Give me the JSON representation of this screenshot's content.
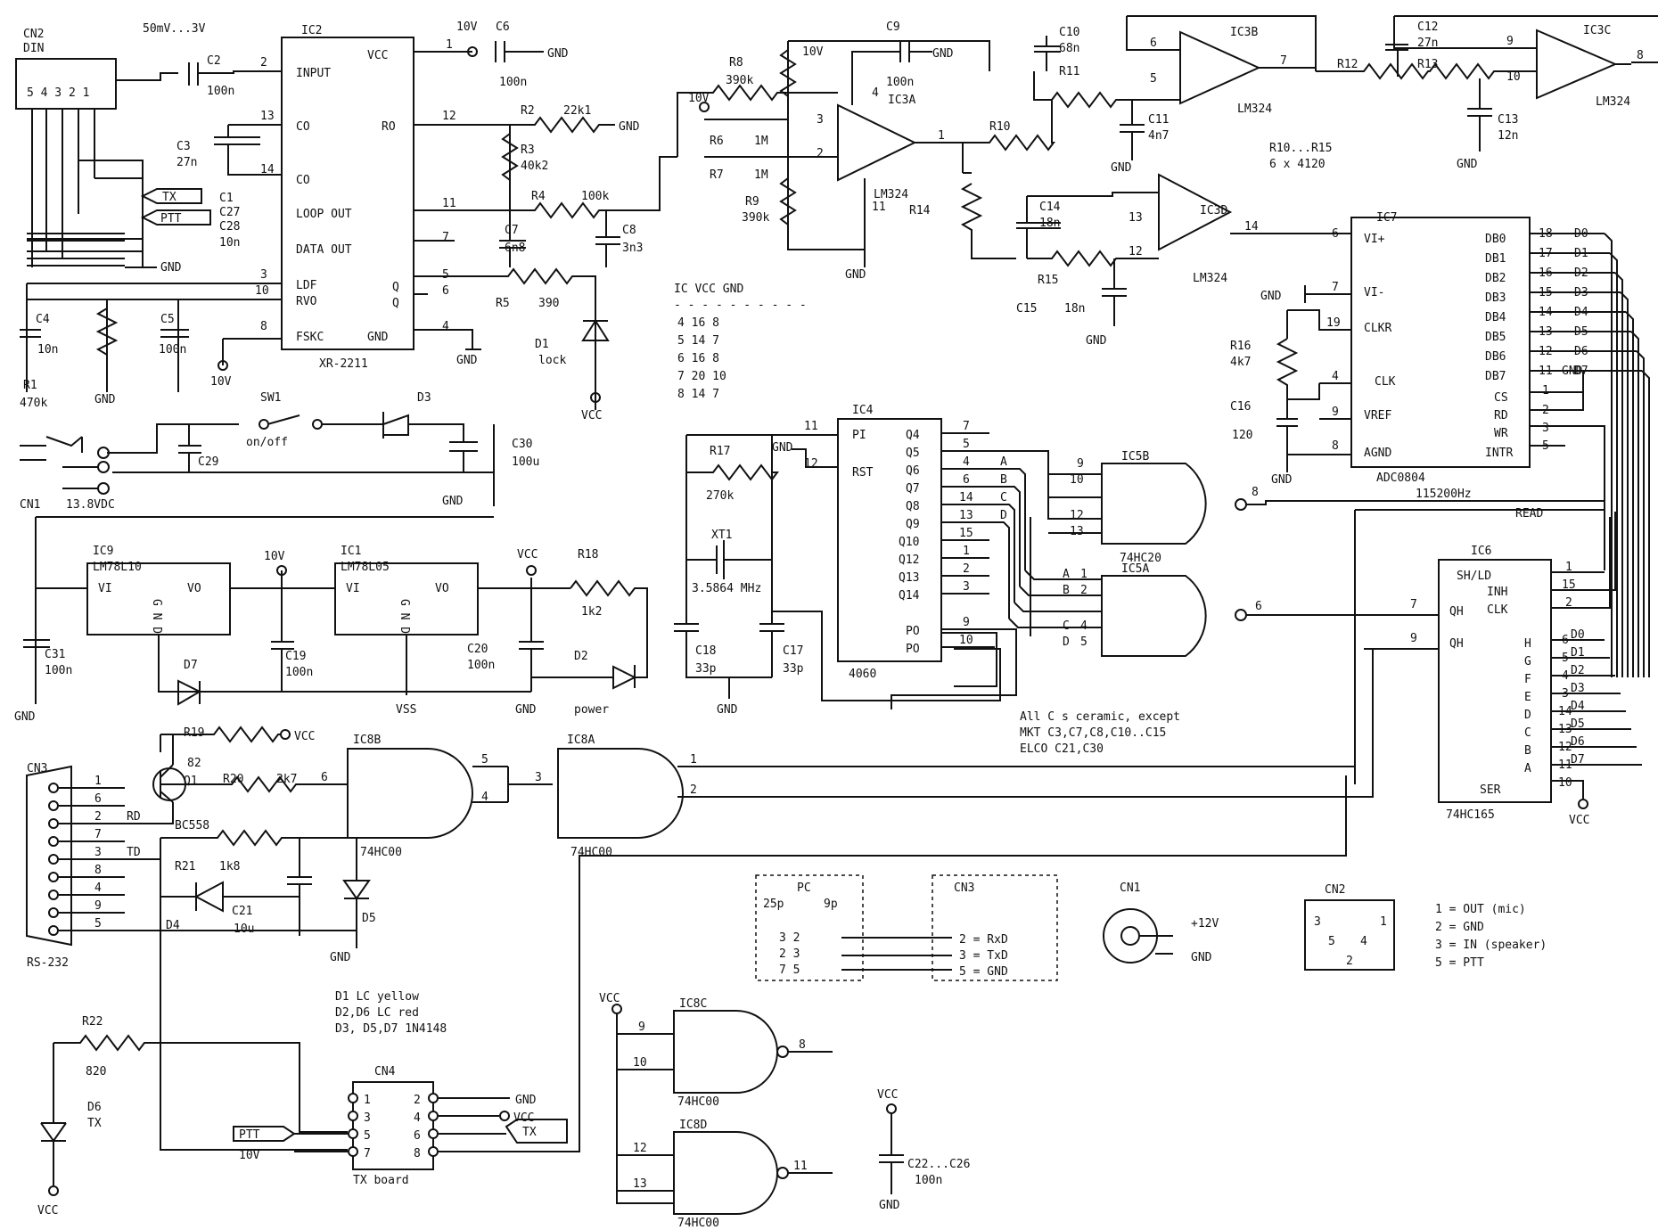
{
  "chips": {
    "ic2": {
      "ref": "IC2",
      "part": "XR-2211",
      "pins": [
        "INPUT",
        "CO",
        "CO",
        "LOOP OUT",
        "DATA OUT",
        "LDF",
        "RVO",
        "FSKC",
        "VCC",
        "RO",
        "Q",
        "Q",
        "GND"
      ],
      "nums": [
        "2",
        "13",
        "14",
        "11",
        "7",
        "3",
        "10",
        "8",
        "1",
        "12",
        "5",
        "6",
        "4"
      ]
    },
    "ic3a": {
      "ref": "IC3A",
      "part": "LM324",
      "nums": [
        "3",
        "2",
        "1",
        "4",
        "11"
      ]
    },
    "ic3b": {
      "ref": "IC3B",
      "part": "LM324",
      "nums": [
        "6",
        "5",
        "7"
      ]
    },
    "ic3c": {
      "ref": "IC3C",
      "part": "LM324",
      "nums": [
        "9",
        "10",
        "8"
      ]
    },
    "ic3d": {
      "ref": "IC3D",
      "part": "LM324",
      "nums": [
        "13",
        "12",
        "14"
      ]
    },
    "ic7": {
      "ref": "IC7",
      "part": "ADC0804",
      "pins": [
        "VI+",
        "VI-",
        "CLKR",
        "CLK",
        "VREF",
        "AGND",
        "DB0",
        "DB1",
        "DB2",
        "DB3",
        "DB4",
        "DB5",
        "DB6",
        "DB7",
        "CS",
        "RD",
        "WR",
        "INTR"
      ],
      "nums": [
        "6",
        "7",
        "19",
        "4",
        "9",
        "8",
        "18",
        "17",
        "16",
        "15",
        "14",
        "13",
        "12",
        "11",
        "1",
        "2",
        "3",
        "5"
      ]
    },
    "ic4": {
      "ref": "IC4",
      "part": "4060",
      "pins": [
        "PI",
        "RST",
        "Q4",
        "Q5",
        "Q6",
        "Q7",
        "Q8",
        "Q9",
        "Q10",
        "Q12",
        "Q13",
        "Q14",
        "PO",
        "PO"
      ],
      "nums": [
        "11",
        "12",
        "7",
        "5",
        "4",
        "6",
        "14",
        "13",
        "15",
        "1",
        "2",
        "3",
        "9",
        "10"
      ]
    },
    "ic5b": {
      "ref": "IC5B",
      "part": "74HC20",
      "nums": [
        "9",
        "10",
        "12",
        "13",
        "8"
      ]
    },
    "ic5a": {
      "ref": "IC5A",
      "part": "74HC20",
      "nums": [
        "1",
        "2",
        "4",
        "5",
        "6"
      ],
      "inputs": [
        "A",
        "B",
        "C",
        "D"
      ]
    },
    "ic6": {
      "ref": "IC6",
      "part": "74HC165",
      "pins": [
        "SH/LD",
        "INH",
        "CLK",
        "QH",
        "QH",
        "H",
        "G",
        "F",
        "E",
        "D",
        "C",
        "B",
        "A",
        "SER"
      ],
      "nums": [
        "1",
        "15",
        "2",
        "7",
        "9",
        "6",
        "5",
        "4",
        "3",
        "14",
        "13",
        "12",
        "11",
        "10"
      ]
    },
    "ic9": {
      "ref": "IC9",
      "part": "LM78L10",
      "pins": [
        "VI",
        "VO",
        "G N D"
      ]
    },
    "ic1": {
      "ref": "IC1",
      "part": "LM78L05",
      "pins": [
        "VI",
        "VO",
        "G N D"
      ]
    },
    "ic8a": {
      "ref": "IC8A",
      "part": "74HC00",
      "nums": [
        "1",
        "2",
        "3"
      ]
    },
    "ic8b": {
      "ref": "IC8B",
      "part": "74HC00",
      "nums": [
        "5",
        "4",
        "6"
      ]
    },
    "ic8c": {
      "ref": "IC8C",
      "part": "74HC00",
      "nums": [
        "9",
        "10",
        "8"
      ]
    },
    "ic8d": {
      "ref": "IC8D",
      "part": "74HC00",
      "nums": [
        "12",
        "13",
        "11"
      ]
    }
  },
  "data_bits": [
    "D0",
    "D1",
    "D2",
    "D3",
    "D4",
    "D5",
    "D6",
    "D7"
  ],
  "labels": [
    {
      "id": "cn2",
      "text": "CN2"
    },
    {
      "id": "din",
      "text": "DIN"
    },
    {
      "id": "din_pins",
      "text": "5 4 3 2 1"
    },
    {
      "id": "sig_range",
      "text": "50mV...3V"
    },
    {
      "id": "c2",
      "text": "C2"
    },
    {
      "id": "c2v",
      "text": "100n"
    },
    {
      "id": "c3",
      "text": "C3"
    },
    {
      "id": "c3v",
      "text": "27n"
    },
    {
      "id": "c1",
      "text": "C1"
    },
    {
      "id": "c27",
      "text": "C27"
    },
    {
      "id": "c28",
      "text": "C28"
    },
    {
      "id": "c128v",
      "text": "10n"
    },
    {
      "id": "tx1",
      "text": "TX"
    },
    {
      "id": "ptt1",
      "text": "PTT"
    },
    {
      "id": "gnd1",
      "text": "GND"
    },
    {
      "id": "c4",
      "text": "C4"
    },
    {
      "id": "c4v",
      "text": "10n"
    },
    {
      "id": "r1",
      "text": "R1"
    },
    {
      "id": "r1v",
      "text": "470k"
    },
    {
      "id": "c5",
      "text": "C5"
    },
    {
      "id": "c5v",
      "text": "100n"
    },
    {
      "id": "gnd2",
      "text": "GND"
    },
    {
      "id": "v10a",
      "text": "10V"
    },
    {
      "id": "v10b",
      "text": "10V"
    },
    {
      "id": "c6",
      "text": "C6"
    },
    {
      "id": "c6v",
      "text": "100n"
    },
    {
      "id": "gnd3",
      "text": "GND"
    },
    {
      "id": "r2",
      "text": "R2"
    },
    {
      "id": "r2v",
      "text": "22k1"
    },
    {
      "id": "gnd4",
      "text": "GND"
    },
    {
      "id": "r3",
      "text": "R3"
    },
    {
      "id": "r3v",
      "text": "40k2"
    },
    {
      "id": "r4",
      "text": "R4"
    },
    {
      "id": "r4v",
      "text": "100k"
    },
    {
      "id": "c7",
      "text": "C7"
    },
    {
      "id": "c7v",
      "text": "6n8"
    },
    {
      "id": "c8",
      "text": "C8"
    },
    {
      "id": "c8v",
      "text": "3n3"
    },
    {
      "id": "r5",
      "text": "R5"
    },
    {
      "id": "r5v",
      "text": "390"
    },
    {
      "id": "d1",
      "text": "D1"
    },
    {
      "id": "d1v",
      "text": "lock"
    },
    {
      "id": "gnd5",
      "text": "GND"
    },
    {
      "id": "vcc1",
      "text": "VCC"
    },
    {
      "id": "r8",
      "text": "R8"
    },
    {
      "id": "r8v",
      "text": "390k"
    },
    {
      "id": "v10c",
      "text": "10V"
    },
    {
      "id": "v10d",
      "text": "10V"
    },
    {
      "id": "r6",
      "text": "R6"
    },
    {
      "id": "r6v",
      "text": "1M"
    },
    {
      "id": "r7",
      "text": "R7"
    },
    {
      "id": "r7v",
      "text": "1M"
    },
    {
      "id": "r9",
      "text": "R9"
    },
    {
      "id": "r9v",
      "text": "390k"
    },
    {
      "id": "c9",
      "text": "C9"
    },
    {
      "id": "c9v",
      "text": "100n"
    },
    {
      "id": "gnd6",
      "text": "GND"
    },
    {
      "id": "gnd7",
      "text": "GND"
    },
    {
      "id": "r10",
      "text": "R10"
    },
    {
      "id": "r14",
      "text": "R14"
    },
    {
      "id": "c10",
      "text": "C10"
    },
    {
      "id": "c10v",
      "text": "68n"
    },
    {
      "id": "r11",
      "text": "R11"
    },
    {
      "id": "c11",
      "text": "C11"
    },
    {
      "id": "c11v",
      "text": "4n7"
    },
    {
      "id": "gnd8",
      "text": "GND"
    },
    {
      "id": "r12",
      "text": "R12"
    },
    {
      "id": "r13",
      "text": "R13"
    },
    {
      "id": "c12",
      "text": "C12"
    },
    {
      "id": "c12v",
      "text": "27n"
    },
    {
      "id": "c13",
      "text": "C13"
    },
    {
      "id": "c13v",
      "text": "12n"
    },
    {
      "id": "gnd9",
      "text": "GND"
    },
    {
      "id": "r1015",
      "text": "R10...R15"
    },
    {
      "id": "r1015v",
      "text": "6 x 4120"
    },
    {
      "id": "c14",
      "text": "C14"
    },
    {
      "id": "c14v",
      "text": "18n"
    },
    {
      "id": "r15",
      "text": "R15"
    },
    {
      "id": "c15",
      "text": "C15"
    },
    {
      "id": "c15v",
      "text": "18n"
    },
    {
      "id": "gnd10",
      "text": "GND"
    },
    {
      "id": "gnd11",
      "text": "GND"
    },
    {
      "id": "r16",
      "text": "R16"
    },
    {
      "id": "r16v",
      "text": "4k7"
    },
    {
      "id": "c16",
      "text": "C16"
    },
    {
      "id": "c16v",
      "text": "120"
    },
    {
      "id": "gnd12",
      "text": "GND"
    },
    {
      "id": "gnd13",
      "text": "GND"
    },
    {
      "id": "freq",
      "text": "115200Hz"
    },
    {
      "id": "read",
      "text": "READ"
    },
    {
      "id": "tbl_head",
      "text": "IC VCC GND"
    },
    {
      "id": "tbl_sep",
      "text": "- - - - - - - - - -"
    },
    {
      "id": "tbl_r1",
      "text": "4    16    8"
    },
    {
      "id": "tbl_r2",
      "text": "5    14    7"
    },
    {
      "id": "tbl_r3",
      "text": "6    16    8"
    },
    {
      "id": "tbl_r4",
      "text": "7    20    10"
    },
    {
      "id": "tbl_r5",
      "text": "8    14    7"
    },
    {
      "id": "sw1",
      "text": "SW1"
    },
    {
      "id": "onoff",
      "text": "on/off"
    },
    {
      "id": "d3",
      "text": "D3"
    },
    {
      "id": "c29",
      "text": "C29"
    },
    {
      "id": "c30",
      "text": "C30"
    },
    {
      "id": "c30v",
      "text": "100u"
    },
    {
      "id": "cn1",
      "text": "CN1"
    },
    {
      "id": "v138",
      "text": "13.8VDC"
    },
    {
      "id": "gnd14",
      "text": "GND"
    },
    {
      "id": "c31",
      "text": "C31"
    },
    {
      "id": "c31v",
      "text": "100n"
    },
    {
      "id": "gnd15",
      "text": "GND"
    },
    {
      "id": "d7",
      "text": "D7"
    },
    {
      "id": "v10e",
      "text": "10V"
    },
    {
      "id": "c19",
      "text": "C19"
    },
    {
      "id": "c19v",
      "text": "100n"
    },
    {
      "id": "vss",
      "text": "VSS"
    },
    {
      "id": "vcc2",
      "text": "VCC"
    },
    {
      "id": "r18",
      "text": "R18"
    },
    {
      "id": "r18v",
      "text": "1k2"
    },
    {
      "id": "c20",
      "text": "C20"
    },
    {
      "id": "c20v",
      "text": "100n"
    },
    {
      "id": "gnd16",
      "text": "GND"
    },
    {
      "id": "d2",
      "text": "D2"
    },
    {
      "id": "d2v",
      "text": "power"
    },
    {
      "id": "gnd17",
      "text": "GND"
    },
    {
      "id": "r17",
      "text": "R17"
    },
    {
      "id": "r17v",
      "text": "270k"
    },
    {
      "id": "xt1",
      "text": "XT1"
    },
    {
      "id": "xt1v",
      "text": "3.5864 MHz"
    },
    {
      "id": "c18",
      "text": "C18"
    },
    {
      "id": "c18v",
      "text": "33p"
    },
    {
      "id": "c17",
      "text": "C17"
    },
    {
      "id": "c17v",
      "text": "33p"
    },
    {
      "id": "gnd18",
      "text": "GND"
    },
    {
      "id": "note1",
      "text": "All C s ceramic, except"
    },
    {
      "id": "note2",
      "text": "MKT  C3,C7,C8,C10..C15"
    },
    {
      "id": "note3",
      "text": "ELCO  C21,C30"
    },
    {
      "id": "cn3",
      "text": "CN3"
    },
    {
      "id": "rs232",
      "text": "RS-232"
    },
    {
      "id": "r19",
      "text": "R19"
    },
    {
      "id": "r19v",
      "text": "82"
    },
    {
      "id": "vcc3",
      "text": "VCC"
    },
    {
      "id": "q1",
      "text": "Q1"
    },
    {
      "id": "q1v",
      "text": "BC558"
    },
    {
      "id": "r20",
      "text": "R20"
    },
    {
      "id": "r20v",
      "text": "2k7"
    },
    {
      "id": "rd",
      "text": "RD"
    },
    {
      "id": "td",
      "text": "TD"
    },
    {
      "id": "r21",
      "text": "R21"
    },
    {
      "id": "r21v",
      "text": "1k8"
    },
    {
      "id": "c21",
      "text": "C21"
    },
    {
      "id": "c21v",
      "text": "10u"
    },
    {
      "id": "d4",
      "text": "D4"
    },
    {
      "id": "d5",
      "text": "D5"
    },
    {
      "id": "gnd19",
      "text": "GND"
    },
    {
      "id": "vcc4",
      "text": "VCC"
    },
    {
      "id": "pc",
      "text": "PC"
    },
    {
      "id": "p25",
      "text": "25p"
    },
    {
      "id": "p9",
      "text": "9p"
    },
    {
      "id": "pr1",
      "text": "3      2"
    },
    {
      "id": "pr2",
      "text": "2      3"
    },
    {
      "id": "pr3",
      "text": "7      5"
    },
    {
      "id": "cn3b",
      "text": "CN3"
    },
    {
      "id": "rxd",
      "text": "2 = RxD"
    },
    {
      "id": "txd",
      "text": "3 = TxD"
    },
    {
      "id": "gnd5b",
      "text": "5 = GND"
    },
    {
      "id": "cn1b",
      "text": "CN1"
    },
    {
      "id": "p12v",
      "text": "+12V"
    },
    {
      "id": "gnd20",
      "text": "GND"
    },
    {
      "id": "cn2b",
      "text": "CN2"
    },
    {
      "id": "leg1",
      "text": "1 = OUT (mic)"
    },
    {
      "id": "leg2",
      "text": "2 = GND"
    },
    {
      "id": "leg3",
      "text": "3 = IN (speaker)"
    },
    {
      "id": "leg5",
      "text": "5 = PTT"
    },
    {
      "id": "d1n",
      "text": "D1      LC yellow"
    },
    {
      "id": "d26",
      "text": "D2,D6   LC red"
    },
    {
      "id": "d357",
      "text": "D3, D5,D7 1N4148"
    },
    {
      "id": "r22",
      "text": "R22"
    },
    {
      "id": "r22v",
      "text": "820"
    },
    {
      "id": "d6",
      "text": "D6"
    },
    {
      "id": "d6v",
      "text": "TX"
    },
    {
      "id": "vcc5",
      "text": "VCC"
    },
    {
      "id": "cn4",
      "text": "CN4"
    },
    {
      "id": "txboard",
      "text": "TX board"
    },
    {
      "id": "gnd21",
      "text": "GND"
    },
    {
      "id": "vcc6",
      "text": "VCC"
    },
    {
      "id": "ptt2",
      "text": "PTT"
    },
    {
      "id": "tx2",
      "text": "TX"
    },
    {
      "id": "v10f",
      "text": "10V"
    },
    {
      "id": "vcc7",
      "text": "VCC"
    },
    {
      "id": "vcc8",
      "text": "VCC"
    },
    {
      "id": "c2226",
      "text": "C22...C26"
    },
    {
      "id": "c2226v",
      "text": "100n"
    },
    {
      "id": "gnd22",
      "text": "GND"
    }
  ]
}
